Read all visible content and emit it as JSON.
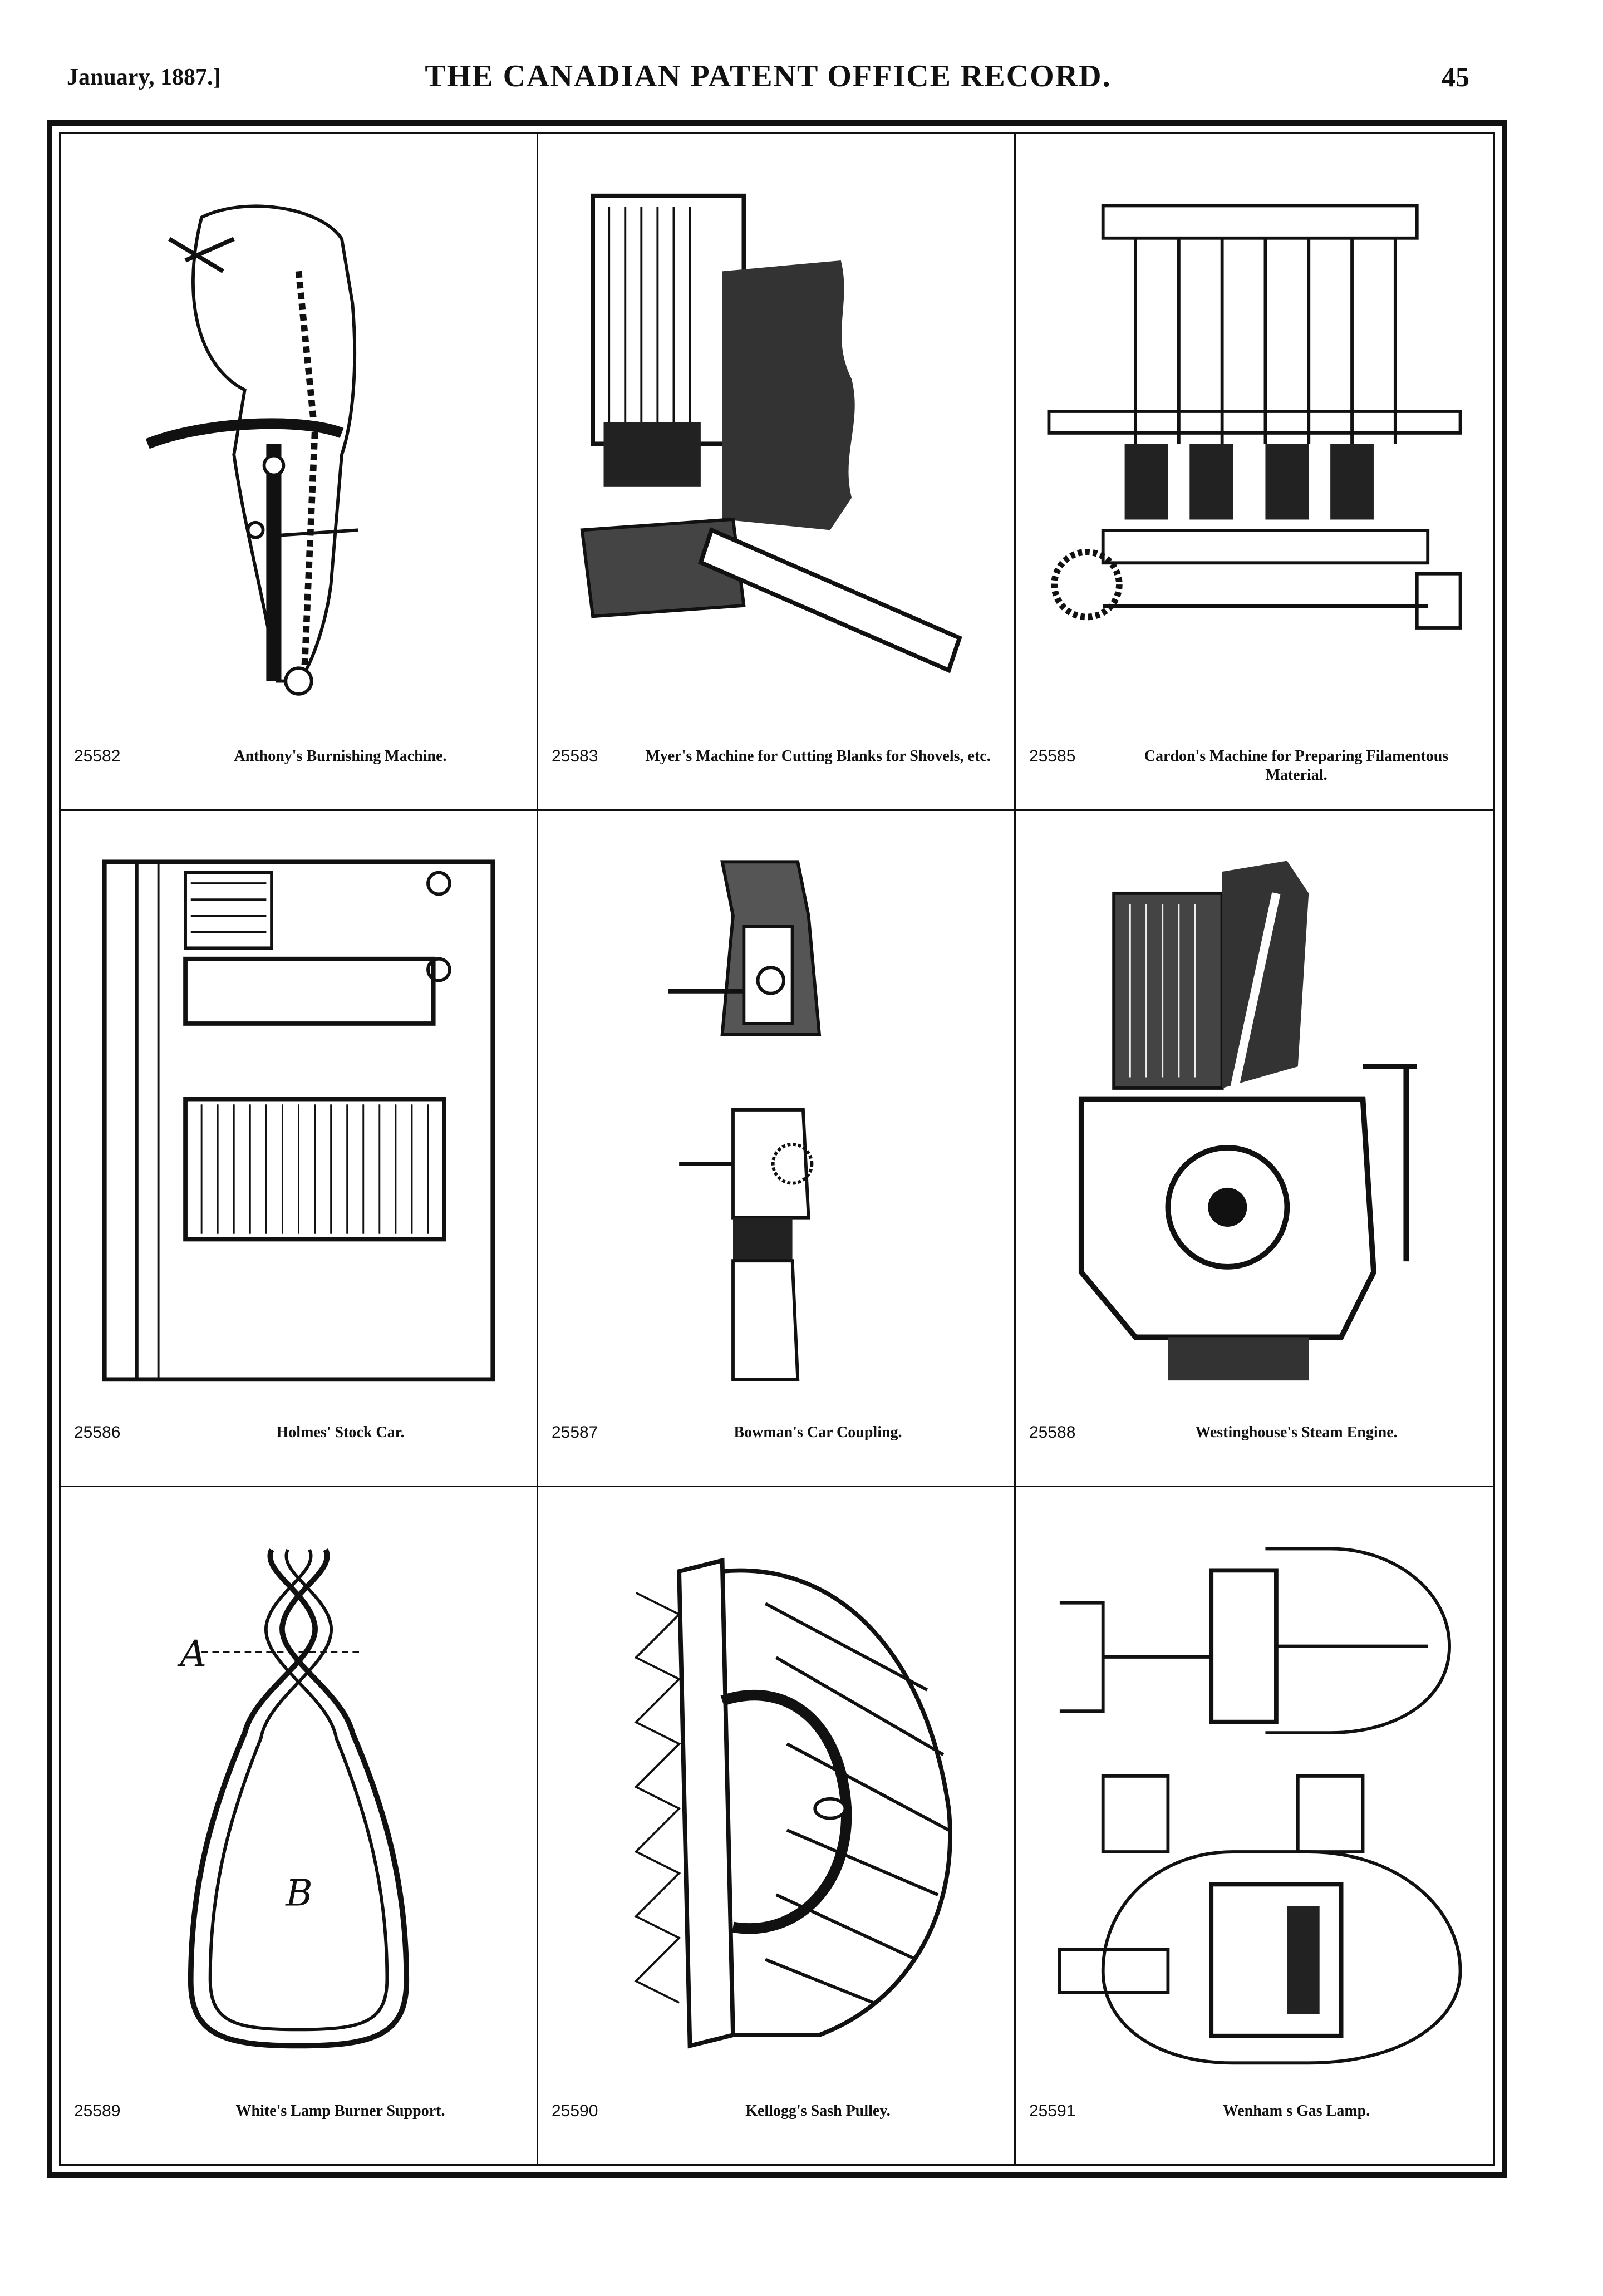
{
  "header": {
    "date": "January, 1887.]",
    "title": "THE CANADIAN PATENT OFFICE RECORD.",
    "page_number": "45"
  },
  "figures": [
    {
      "number": "25582",
      "caption": "Anthony's Burnishing Machine."
    },
    {
      "number": "25583",
      "caption": "Myer's Machine for Cutting Blanks for Shovels, etc."
    },
    {
      "number": "25585",
      "caption": "Cardon's Machine for Preparing Filamentous Material."
    },
    {
      "number": "25586",
      "caption": "Holmes' Stock Car."
    },
    {
      "number": "25587",
      "caption": "Bowman's Car Coupling."
    },
    {
      "number": "25588",
      "caption": "Westinghouse's Steam Engine."
    },
    {
      "number": "25589",
      "caption": "White's Lamp Burner Support."
    },
    {
      "number": "25590",
      "caption": "Kellogg's Sash Pulley."
    },
    {
      "number": "25591",
      "caption": "Wenham s Gas Lamp."
    }
  ]
}
